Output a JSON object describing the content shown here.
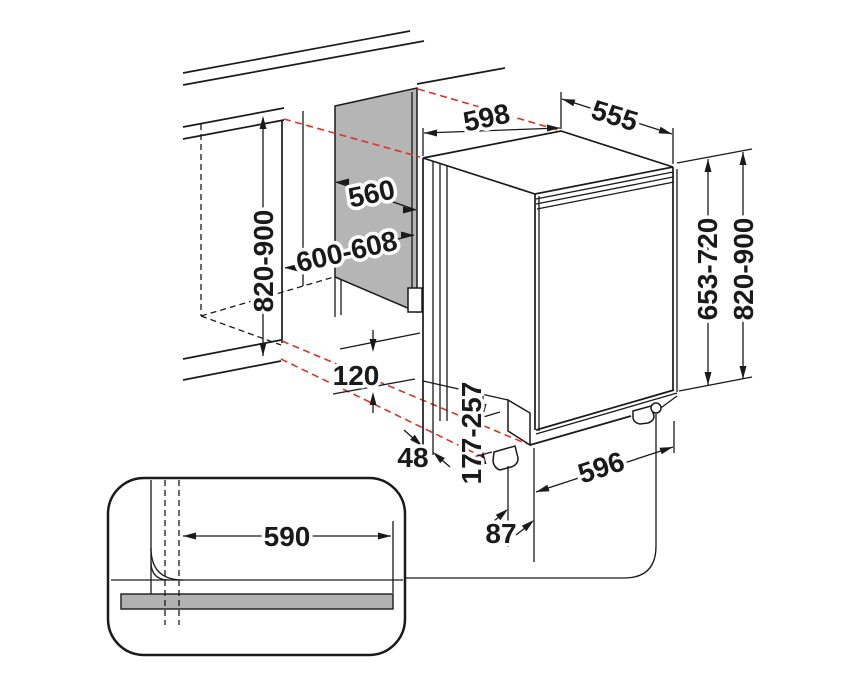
{
  "title": "Built-in dishwasher installation dimensions diagram",
  "colors": {
    "line": "#1a1a1a",
    "alignment_red": "#e03127",
    "niche_panel_gray": "#b5b5b5",
    "plinth_bar_gray": "#b2b2b2",
    "background": "#ffffff"
  },
  "labels": {
    "top_width": "598",
    "depth": "555",
    "rear_panel_width": "560",
    "niche_width": "600-608",
    "niche_height_left": "820-900",
    "plinth_depth": "120",
    "door_overhang": "48",
    "plinth_height": "177-257",
    "foot_offset": "87",
    "base_depth": "596",
    "appliance_height": "653-720",
    "niche_height_right": "820-900",
    "detail_clearance": "590"
  }
}
